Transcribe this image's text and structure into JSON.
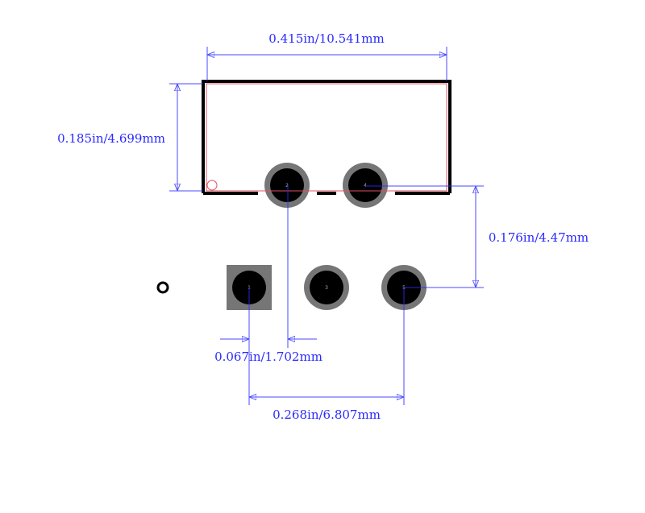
{
  "dimensions": {
    "width": "0.415in/10.541mm",
    "height": "0.185in/4.699mm",
    "row_spacing": "0.176in/4.47mm",
    "pitch": "0.067in/1.702mm",
    "span": "0.268in/6.807mm"
  },
  "pads": [
    {
      "number": "1",
      "shape": "square"
    },
    {
      "number": "2",
      "shape": "round"
    },
    {
      "number": "3",
      "shape": "round"
    },
    {
      "number": "4",
      "shape": "round"
    },
    {
      "number": "5",
      "shape": "round"
    }
  ],
  "colors": {
    "dimension": "#2a2aff",
    "silkscreen": "#000000",
    "courtyard": "#e05060",
    "pad_ring": "#767676",
    "drill": "#000000"
  }
}
